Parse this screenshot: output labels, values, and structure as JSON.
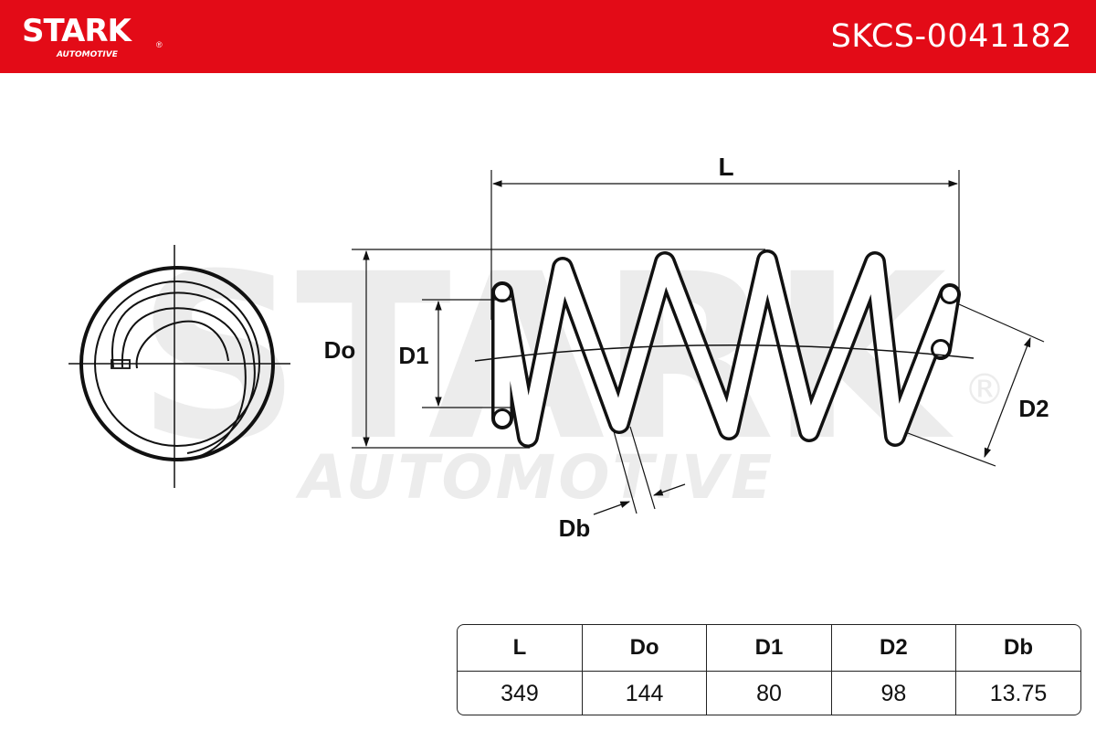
{
  "header": {
    "brand": "STARK",
    "brand_sub": "AUTOMOTIVE",
    "registered_mark": "®",
    "part_number": "SKCS-0041182"
  },
  "watermark": {
    "brand": "STARK",
    "sub": "AUTOMOTIVE",
    "registered_mark": "®"
  },
  "labels": {
    "length": "L",
    "outer_diameter": "Do",
    "inner_diameter_1": "D1",
    "inner_diameter_2": "D2",
    "wire_diameter": "Db"
  },
  "table": {
    "headers": [
      "L",
      "Do",
      "D1",
      "D2",
      "Db"
    ],
    "values": [
      "349",
      "144",
      "80",
      "98",
      "13.75"
    ]
  },
  "colors": {
    "brand_red": "#e30b17",
    "watermark_gray": "#ececec",
    "line": "#111111"
  }
}
